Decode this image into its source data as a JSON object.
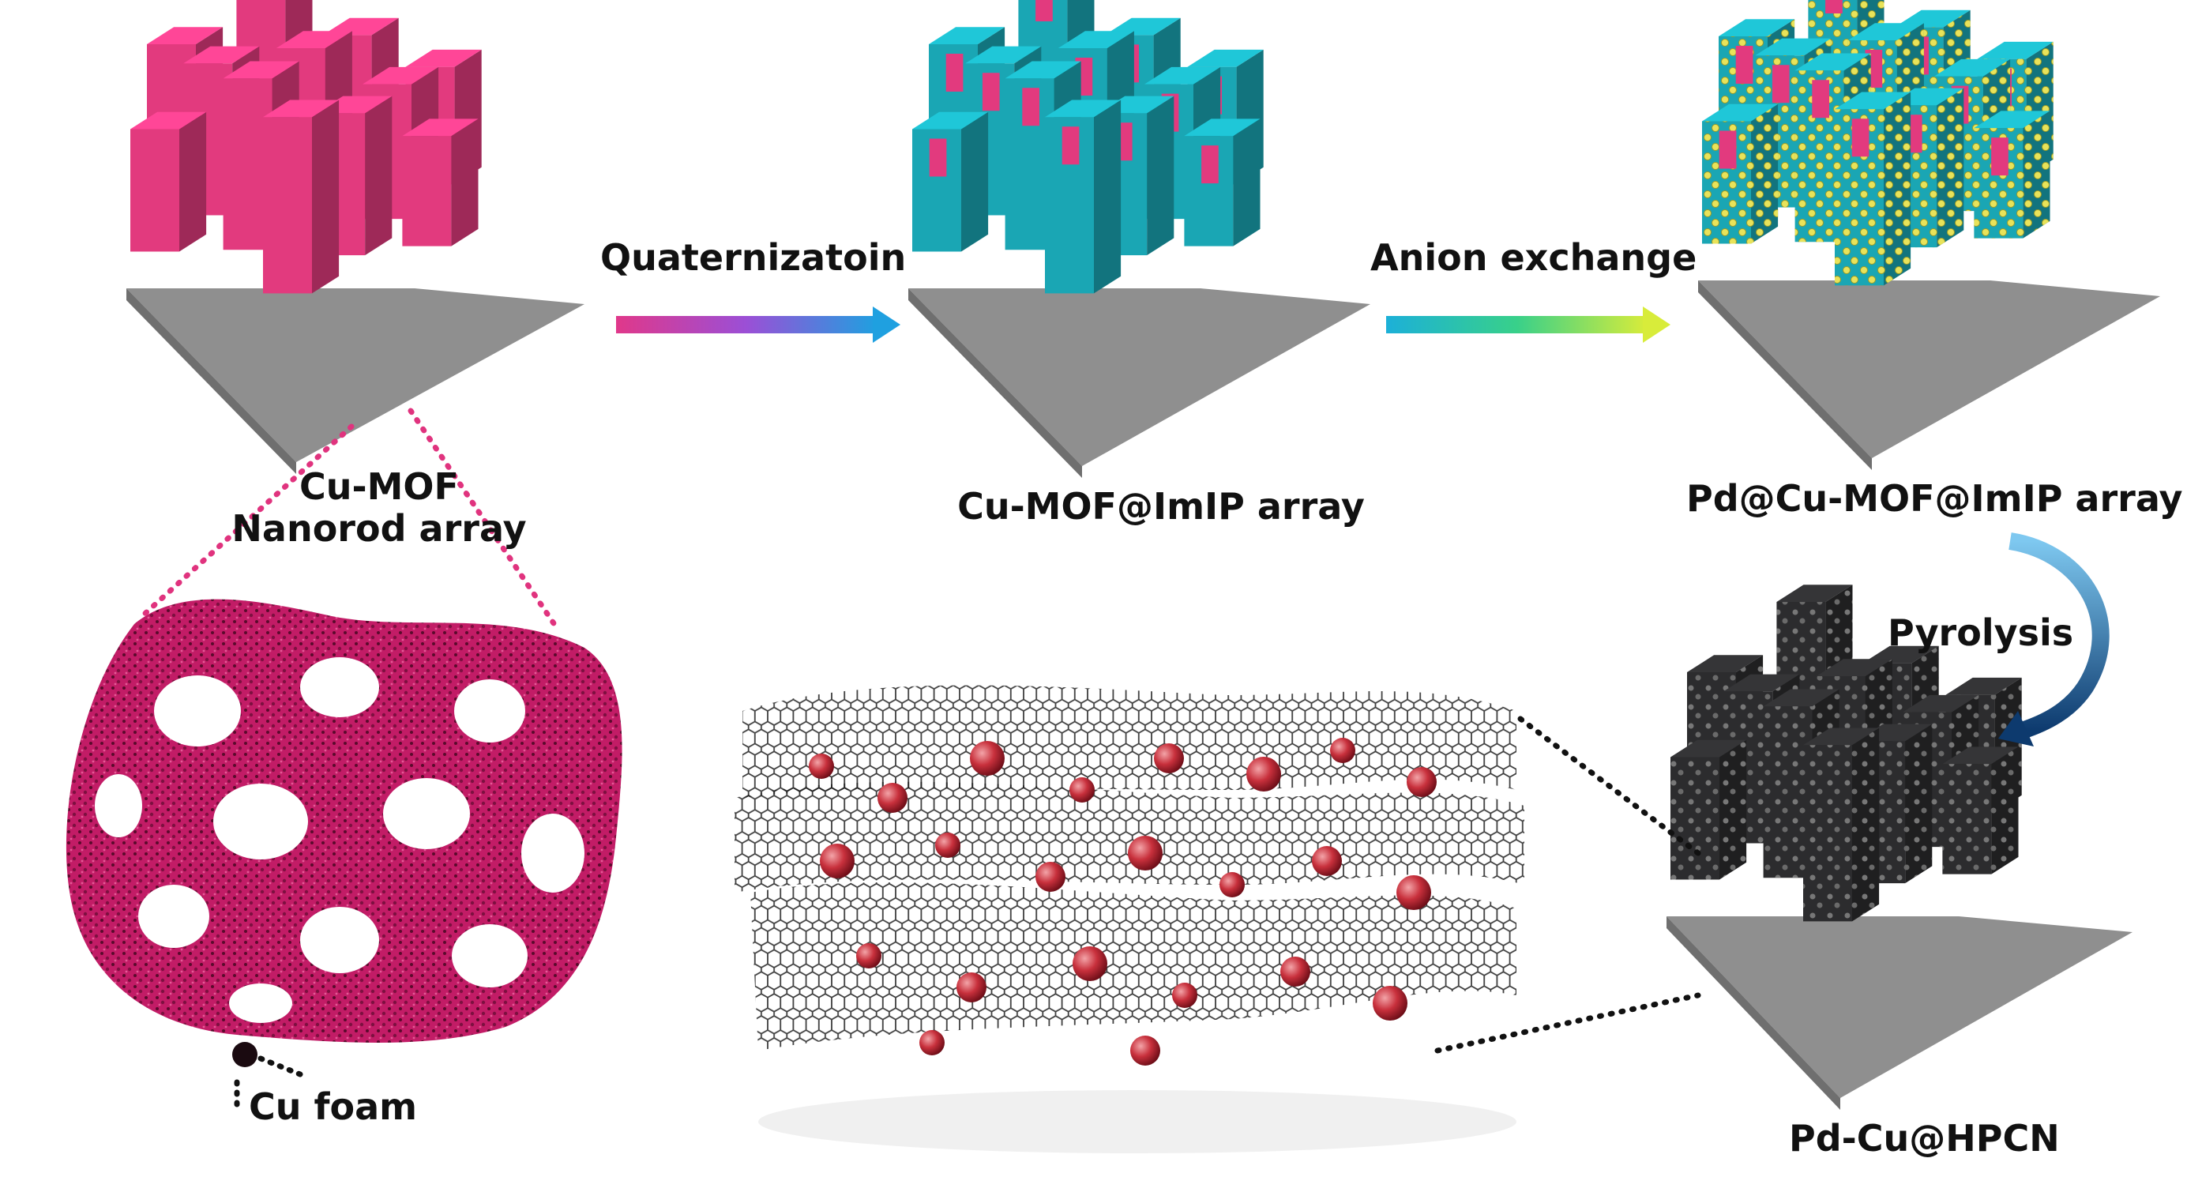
{
  "labels": {
    "cu_mof_line1": "Cu-MOF",
    "cu_mof_line2": "Nanorod array",
    "quaternization": "Quaternizatoin",
    "cu_mof_imip": "Cu-MOF@ImIP array",
    "anion_exchange": "Anion exchange",
    "pd_cu_mof_imip": "Pd@Cu-MOF@ImIP array",
    "pyrolysis": "Pyrolysis",
    "cu_foam": "Cu foam",
    "pd_cu_hpcn": "Pd-Cu@HPCN"
  },
  "colors": {
    "mof_pink": "#e23a7e",
    "imip_teal": "#1aa6b4",
    "pd_yellow": "#e8e35a",
    "carbon_dark": "#2c2c2e",
    "substrate_gray": "#8f8f8f",
    "foam_magenta": "#b8165e",
    "particle_red": "#c8303c",
    "arrow_blue": "#1673a8"
  }
}
